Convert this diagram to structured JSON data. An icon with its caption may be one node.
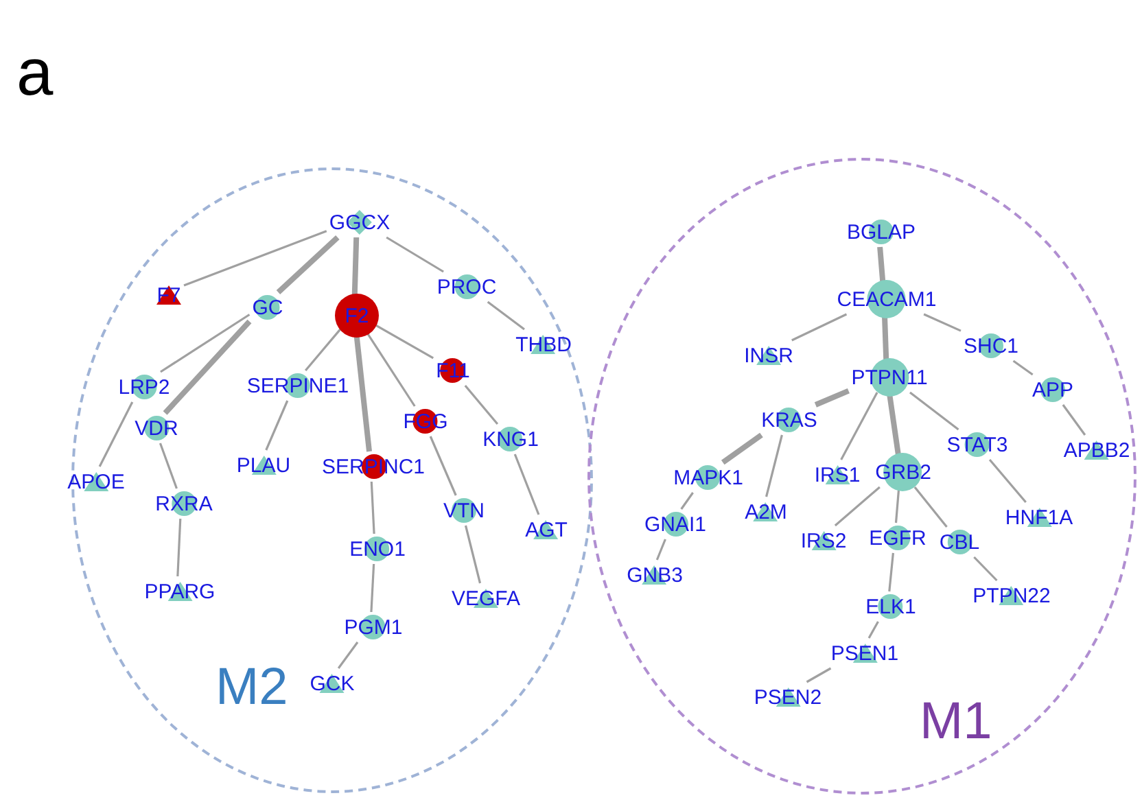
{
  "diagram": {
    "nodes": [
      {
        "text": [
          "M2"
        ]
      },
      {
        "text": [
          "GGCX"
        ],
        "in": 0
      },
      {
        "text": [
          "F7"
        ],
        "in": 0
      },
      {
        "text": [
          "GC"
        ],
        "in": 0
      },
      {
        "text": [
          "F2"
        ],
        "in": 0
      },
      {
        "text": [
          "PROC"
        ],
        "in": 0
      },
      {
        "text": [
          "THBD"
        ],
        "in": 0
      },
      {
        "text": [
          "LRP2"
        ],
        "in": 0
      },
      {
        "text": [
          "SERPINE1"
        ],
        "in": 0
      },
      {
        "text": [
          "F11"
        ],
        "in": 0
      },
      {
        "text": [
          "VDR"
        ],
        "in": 0
      },
      {
        "text": [
          "FGG"
        ],
        "in": 0
      },
      {
        "text": [
          "KNG1"
        ],
        "in": 0
      },
      {
        "text": [
          "PLAU"
        ],
        "in": 0
      },
      {
        "text": [
          "SERPINC1"
        ],
        "in": 0
      },
      {
        "text": [
          "APOE"
        ],
        "in": 0
      },
      {
        "text": [
          "RXRA"
        ],
        "in": 0
      },
      {
        "text": [
          "VTN"
        ],
        "in": 0
      },
      {
        "text": [
          "AGT"
        ],
        "in": 0
      },
      {
        "text": [
          "ENO1"
        ],
        "in": 0
      },
      {
        "text": [
          "PPARG"
        ],
        "in": 0
      },
      {
        "text": [
          "VEGFA"
        ],
        "in": 0
      },
      {
        "text": [
          "PGM1"
        ],
        "in": 0
      },
      {
        "text": [
          "GCK"
        ],
        "in": 0
      },
      {
        "text": [
          "M1"
        ]
      },
      {
        "text": [
          "BGLAP"
        ],
        "in": 24
      },
      {
        "text": [
          "CEACAM1"
        ],
        "in": 24
      },
      {
        "text": [
          "INSR"
        ],
        "in": 24
      },
      {
        "text": [
          "SHC1"
        ],
        "in": 24
      },
      {
        "text": [
          "PTPN11"
        ],
        "in": 24
      },
      {
        "text": [
          "APP"
        ],
        "in": 24
      },
      {
        "text": [
          "KRAS"
        ],
        "in": 24
      },
      {
        "text": [
          "STAT3"
        ],
        "in": 24
      },
      {
        "text": [
          "APBB2"
        ],
        "in": 24
      },
      {
        "text": [
          "MAPK1"
        ],
        "in": 24
      },
      {
        "text": [
          "IRS1"
        ],
        "in": 24
      },
      {
        "text": [
          "GRB2"
        ],
        "in": 24
      },
      {
        "text": [
          "A2M"
        ],
        "in": 24
      },
      {
        "text": [
          "GNAI1"
        ],
        "in": 24
      },
      {
        "text": [
          "HNF1A"
        ],
        "in": 24
      },
      {
        "text": [
          "IRS2"
        ],
        "in": 24
      },
      {
        "text": [
          "EGFR"
        ],
        "in": 24
      },
      {
        "text": [
          "CBL"
        ],
        "in": 24
      },
      {
        "text": [
          "GNB3"
        ],
        "in": 24
      },
      {
        "text": [
          "ELK1"
        ],
        "in": 24
      },
      {
        "text": [
          "PTPN22"
        ],
        "in": 24
      },
      {
        "text": [
          "PSEN1"
        ],
        "in": 24
      },
      {
        "text": [
          "PSEN2"
        ],
        "in": 24
      }
    ],
    "edges": [
      {
        "from": 1,
        "to": 2,
        "arrow": "none"
      },
      {
        "from": 1,
        "to": 3,
        "arrow": "none",
        "style": "thick"
      },
      {
        "from": 1,
        "to": 4,
        "arrow": "none",
        "style": "thick"
      },
      {
        "from": 1,
        "to": 5,
        "arrow": "none"
      },
      {
        "from": 5,
        "to": 6,
        "arrow": "none"
      },
      {
        "from": 3,
        "to": 7,
        "arrow": "none"
      },
      {
        "from": 3,
        "to": 10,
        "arrow": "none",
        "style": "thick"
      },
      {
        "from": 7,
        "to": 15,
        "arrow": "none"
      },
      {
        "from": 10,
        "to": 16,
        "arrow": "none"
      },
      {
        "from": 16,
        "to": 20,
        "arrow": "none"
      },
      {
        "from": 4,
        "to": 8,
        "arrow": "none"
      },
      {
        "from": 8,
        "to": 13,
        "arrow": "none"
      },
      {
        "from": 4,
        "to": 14,
        "arrow": "none",
        "style": "thick"
      },
      {
        "from": 4,
        "to": 11,
        "arrow": "none"
      },
      {
        "from": 4,
        "to": 9,
        "arrow": "none"
      },
      {
        "from": 9,
        "to": 12,
        "arrow": "none"
      },
      {
        "from": 12,
        "to": 18,
        "arrow": "none"
      },
      {
        "from": 11,
        "to": 17,
        "arrow": "none"
      },
      {
        "from": 17,
        "to": 21,
        "arrow": "none"
      },
      {
        "from": 14,
        "to": 19,
        "arrow": "none"
      },
      {
        "from": 19,
        "to": 22,
        "arrow": "none"
      },
      {
        "from": 22,
        "to": 23,
        "arrow": "none"
      },
      {
        "from": 25,
        "to": 26,
        "arrow": "none",
        "style": "thick"
      },
      {
        "from": 26,
        "to": 27,
        "arrow": "none"
      },
      {
        "from": 26,
        "to": 28,
        "arrow": "none"
      },
      {
        "from": 26,
        "to": 29,
        "arrow": "none",
        "style": "thick"
      },
      {
        "from": 28,
        "to": 30,
        "arrow": "none"
      },
      {
        "from": 30,
        "to": 33,
        "arrow": "none"
      },
      {
        "from": 29,
        "to": 31,
        "arrow": "none",
        "style": "thick"
      },
      {
        "from": 29,
        "to": 35,
        "arrow": "none"
      },
      {
        "from": 29,
        "to": 36,
        "arrow": "none",
        "style": "thick"
      },
      {
        "from": 29,
        "to": 32,
        "arrow": "none"
      },
      {
        "from": 32,
        "to": 39,
        "arrow": "none"
      },
      {
        "from": 31,
        "to": 34,
        "arrow": "none",
        "style": "thick"
      },
      {
        "from": 31,
        "to": 37,
        "arrow": "none"
      },
      {
        "from": 34,
        "to": 38,
        "arrow": "none"
      },
      {
        "from": 38,
        "to": 43,
        "arrow": "none"
      },
      {
        "from": 36,
        "to": 40,
        "arrow": "none"
      },
      {
        "from": 36,
        "to": 41,
        "arrow": "none"
      },
      {
        "from": 36,
        "to": 42,
        "arrow": "none"
      },
      {
        "from": 42,
        "to": 45,
        "arrow": "none"
      },
      {
        "from": 41,
        "to": 44,
        "arrow": "none"
      },
      {
        "from": 44,
        "to": 46,
        "arrow": "none"
      },
      {
        "from": 46,
        "to": 47,
        "arrow": "none"
      }
    ],
    "labels": [
      "a"
    ]
  }
}
